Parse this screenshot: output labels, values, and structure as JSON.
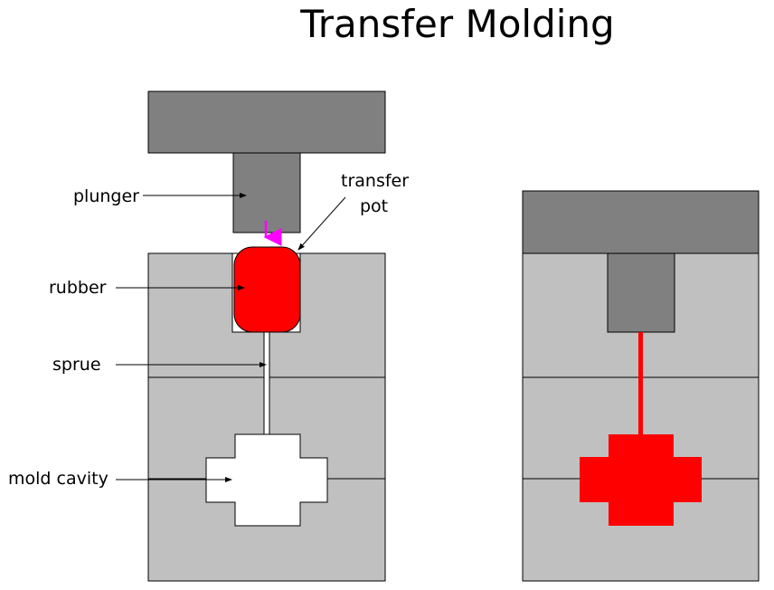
{
  "title": "Transfer Molding",
  "labels": {
    "plunger": "plunger",
    "transfer_line1": "transfer",
    "transfer_line2": "pot",
    "rubber": "rubber",
    "sprue": "sprue",
    "mold_cavity": "mold cavity"
  },
  "colors": {
    "mold_body": "#c0c0c0",
    "plunger": "#808080",
    "rubber": "#ff0000",
    "arrow": "#ff00ff",
    "outline": "#000000",
    "cavity": "#ffffff"
  }
}
